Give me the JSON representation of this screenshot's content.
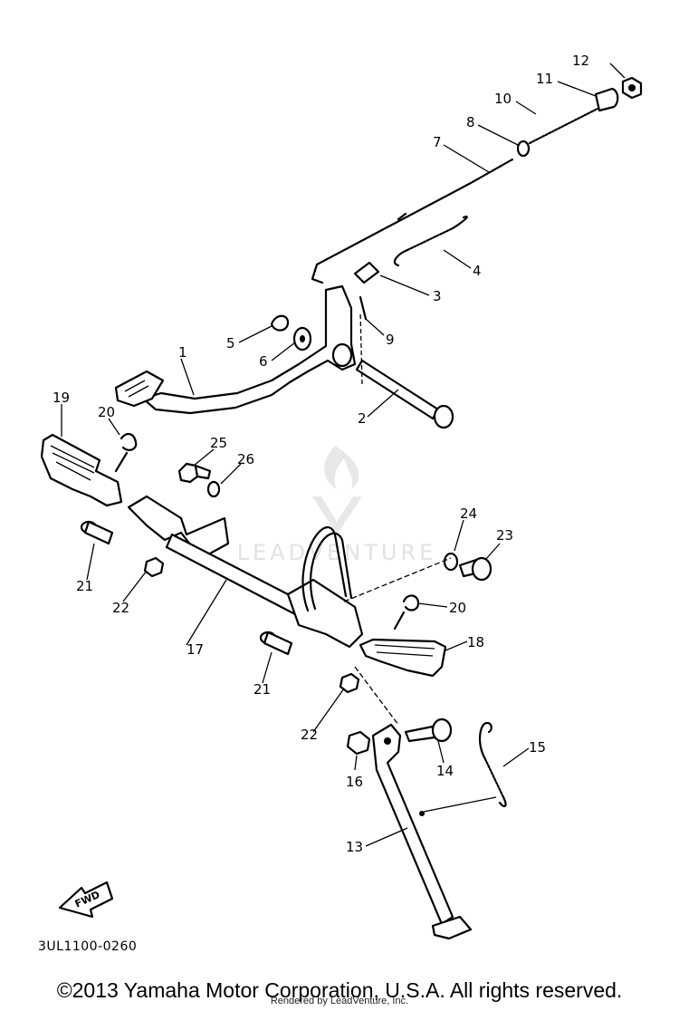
{
  "diagram": {
    "part_code": "3UL1100-0260",
    "fwd_label": "FWD",
    "watermark_text": "LEADVENTURE",
    "labels": {
      "p1": "1",
      "p2": "2",
      "p3": "3",
      "p4": "4",
      "p5": "5",
      "p6": "6",
      "p7": "7",
      "p8": "8",
      "p9": "9",
      "p10": "10",
      "p11": "11",
      "p12": "12",
      "p13": "13",
      "p14": "14",
      "p15": "15",
      "p16": "16",
      "p17": "17",
      "p18": "18",
      "p19": "19",
      "p20a": "20",
      "p20b": "20",
      "p21a": "21",
      "p21b": "21",
      "p22a": "22",
      "p22b": "22",
      "p23": "23",
      "p24": "24",
      "p25": "25",
      "p26": "26"
    }
  },
  "footer": {
    "copyright": "©2013 Yamaha Motor Corporation, U.S.A. All rights reserved.",
    "rendered_by": "Rendered by LeadVenture, Inc."
  }
}
